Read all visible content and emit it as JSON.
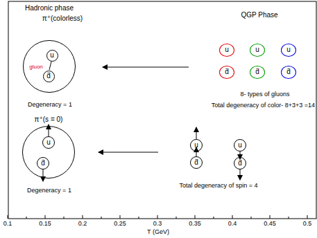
{
  "diagram": {
    "nodes": [
      {
        "text": [
          "gluon",
          "Degeneracy = 1"
        ]
      },
      {
        "text": [
          "u"
        ],
        "in": 0
      },
      {
        "text": [
          "d̄"
        ],
        "in": 0
      },
      {
        "text": [
          "u"
        ]
      },
      {
        "text": [
          "u"
        ]
      },
      {
        "text": [
          "u"
        ]
      },
      {
        "text": [
          "d̄"
        ]
      },
      {
        "text": [
          "d̄"
        ]
      },
      {
        "text": [
          "d̄"
        ]
      },
      {
        "text": [
          "Degeneracy = 1"
        ]
      },
      {
        "text": [
          "u"
        ],
        "in": 9
      },
      {
        "text": [
          "d̄"
        ],
        "in": 9
      },
      {
        "text": [
          "u"
        ]
      },
      {
        "text": [
          "d̄"
        ]
      },
      {
        "text": [
          "u"
        ]
      },
      {
        "text": [
          "d̄"
        ]
      }
    ],
    "labels": [
      "Hadronic phase",
      "π⁺(colorless)",
      "QGP Phase",
      "8- types of gluons",
      "Total degeneracy of color- 8+3+3 =14",
      "π⁺(s = 0)",
      "Total degeneracy of spin = 4",
      "0.1",
      "0.15",
      "0.2",
      "0.25",
      "0.3",
      "0.35",
      "0.4",
      "0.45",
      "0.5",
      "T (GeV)"
    ]
  }
}
